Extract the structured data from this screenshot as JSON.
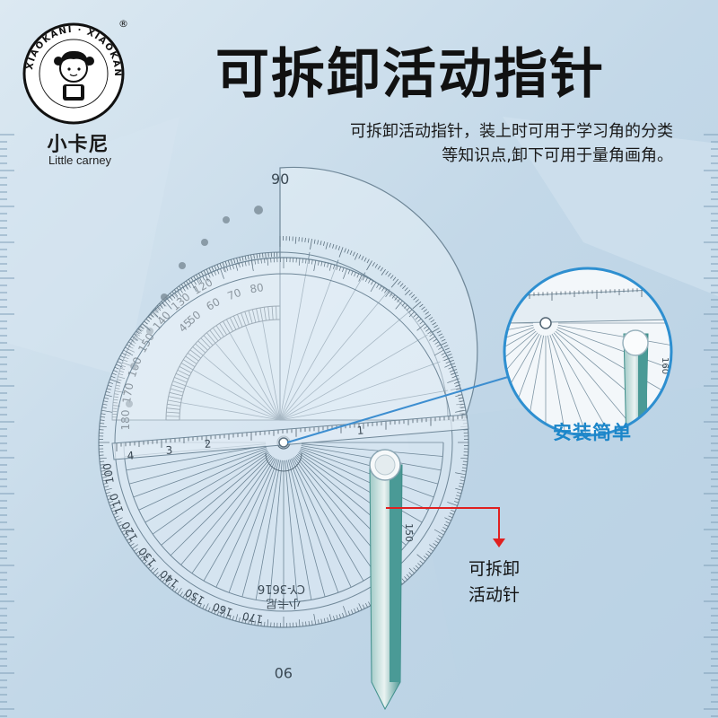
{
  "brand": {
    "seal_text": "XIAOKANI · XIAOKANI",
    "registered_mark": "®",
    "name_cn": "小卡尼",
    "name_en": "Little carney"
  },
  "headline": "可拆卸活动指针",
  "description": {
    "line1": "可拆卸活动指针，装上时可用于学习角的分类",
    "line2": "等知识点,卸下可用于量角画角。"
  },
  "protractor": {
    "model": "CY-3616",
    "brand_mark": "小卡尼",
    "top_label": "90",
    "bottom_label": "90",
    "half_circle_scale": [
      "120",
      "130",
      "140",
      "150",
      "160",
      "170",
      "180"
    ],
    "inner_scale": [
      "80",
      "70",
      "60",
      "50",
      "45"
    ],
    "lower_scale": [
      "170",
      "160",
      "150",
      "140",
      "130",
      "120",
      "110",
      "100"
    ],
    "ruler_marks": [
      "1",
      "2",
      "3",
      "4"
    ],
    "pointer_scale": [
      "160",
      "150"
    ]
  },
  "zoom_panel": {
    "label": "安装简单"
  },
  "callout": {
    "line1": "可拆卸",
    "line2": "活动针"
  },
  "colors": {
    "background": "#c9dcea",
    "pointer": "#4a9a96",
    "zoom_ring": "#2e8fd0",
    "zoom_label": "#1c86c9",
    "arrow": "#e02020"
  }
}
